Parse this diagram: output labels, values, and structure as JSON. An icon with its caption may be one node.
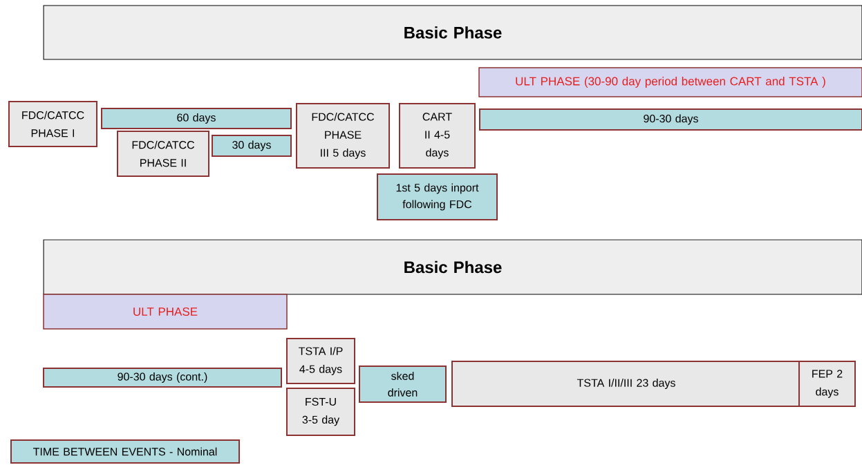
{
  "diagram": {
    "nodes": [
      {
        "text": [
          "Basic Phase"
        ]
      },
      {
        "text": [
          "ULT PHASE (30-90 day period between CART and TSTA )"
        ]
      },
      {
        "text": [
          "FDC/CATCC PHASE I"
        ]
      },
      {
        "text": [
          "60 days"
        ]
      },
      {
        "text": [
          "FDC/CATCC PHASE II"
        ]
      },
      {
        "text": [
          "30 days"
        ]
      },
      {
        "text": [
          "FDC/CATCC PHASE III 5 days"
        ]
      },
      {
        "text": [
          "CART II 4-5 days"
        ]
      },
      {
        "text": [
          "1st 5 days inport following FDC"
        ]
      },
      {
        "text": [
          "90-30 days"
        ]
      },
      {
        "text": [
          "Basic Phase"
        ]
      },
      {
        "text": [
          "ULT PHASE"
        ]
      },
      {
        "text": [
          "90-30 days (cont.)"
        ]
      },
      {
        "text": [
          "TSTA I/P 4-5 days"
        ]
      },
      {
        "text": [
          "FST-U 3-5 day"
        ]
      },
      {
        "text": [
          "sked driven"
        ]
      },
      {
        "text": [
          "TSTA I/II/III 23 days"
        ]
      },
      {
        "text": [
          "FEP 2 days"
        ]
      },
      {
        "text": [
          "TIME BETWEEN EVENTS - Nominal"
        ]
      }
    ],
    "edges": []
  }
}
